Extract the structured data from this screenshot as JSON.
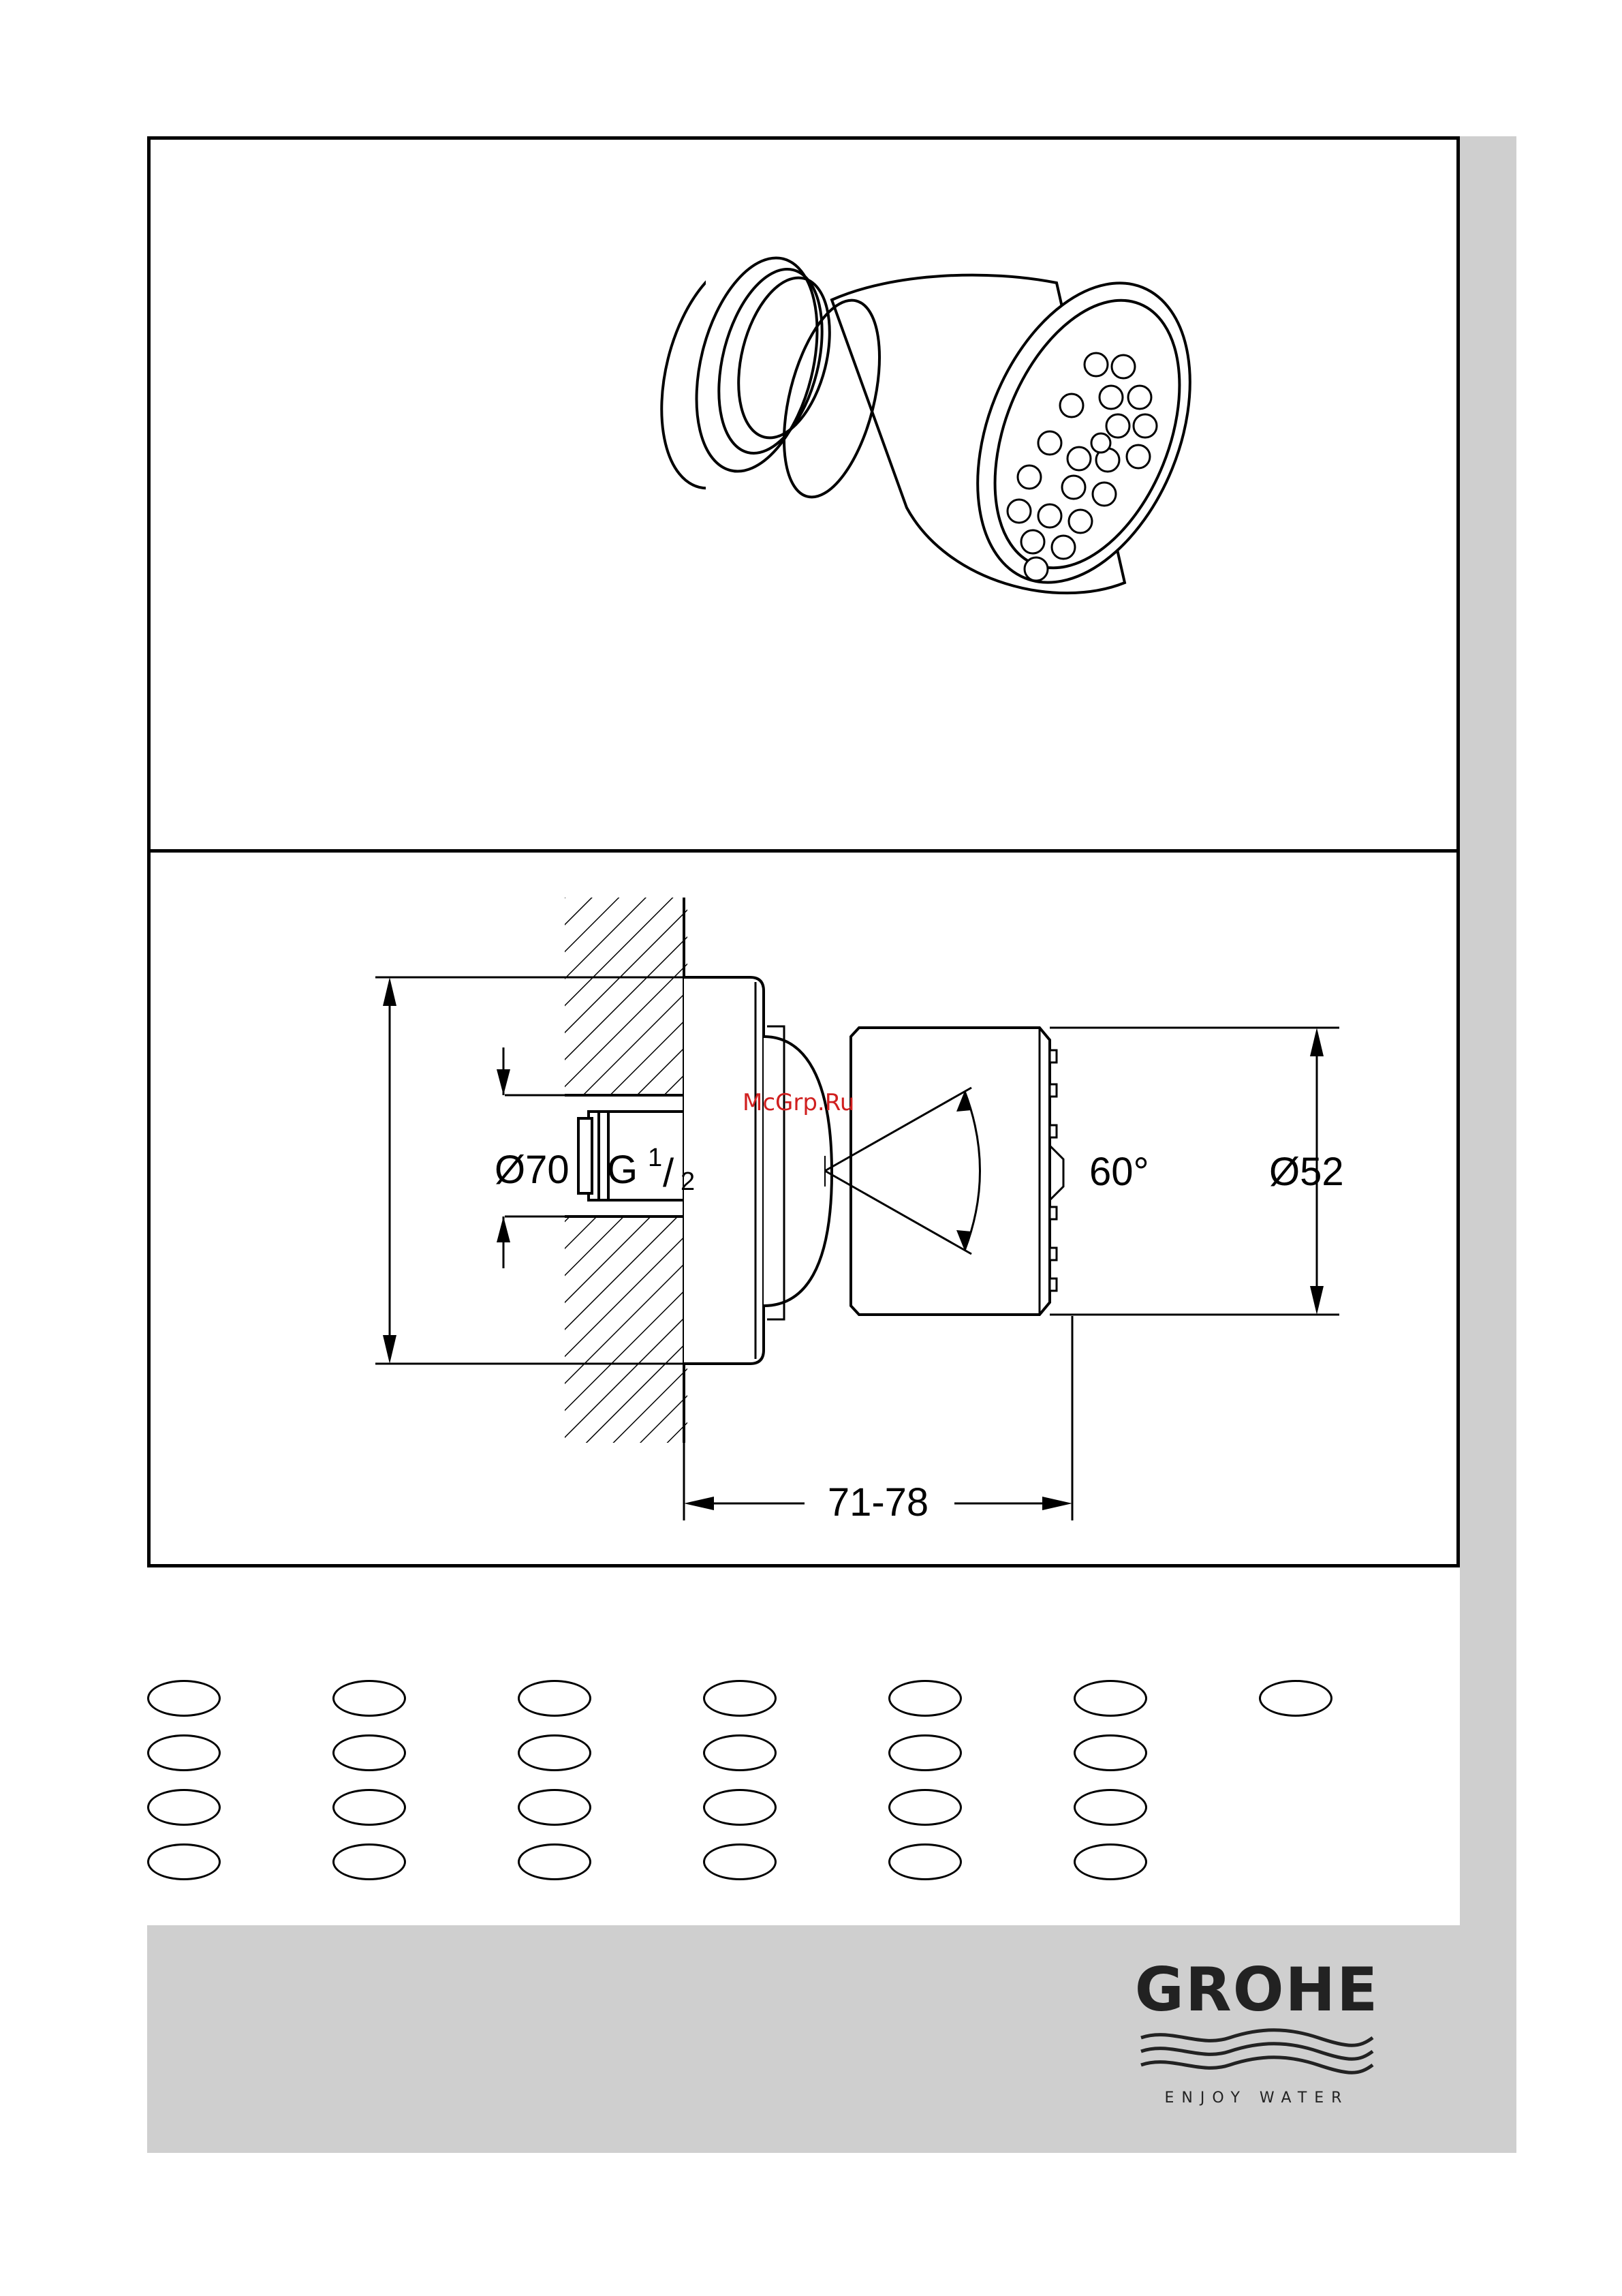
{
  "document": {
    "dimensions": {
      "flange_diameter": "Ø70",
      "thread": {
        "base": "G",
        "num": "1",
        "den": "2"
      },
      "spray_angle": "60°",
      "head_diameter": "Ø52",
      "projection": "71-78"
    },
    "watermark": "McGrp.Ru",
    "brand": {
      "name": "GROHE",
      "tagline": "ENJOY WATER"
    }
  }
}
